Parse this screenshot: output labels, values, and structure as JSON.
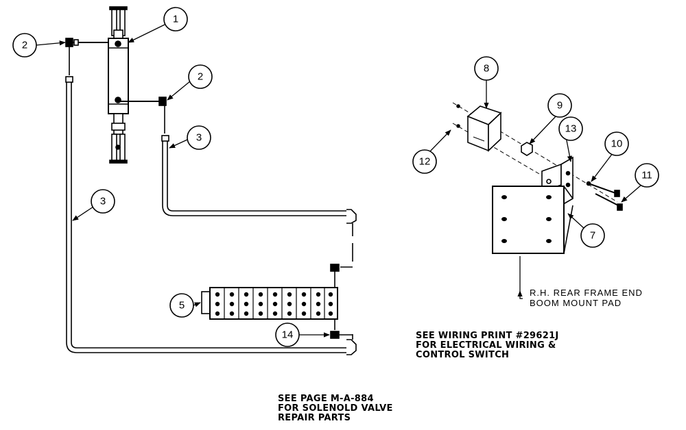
{
  "callouts": {
    "c1": "1",
    "c2a": "2",
    "c2b": "2",
    "c3a": "3",
    "c3b": "3",
    "c5": "5",
    "c7": "7",
    "c8": "8",
    "c9": "9",
    "c10": "10",
    "c11": "11",
    "c12": "12",
    "c13": "13",
    "c14": "14"
  },
  "labels": {
    "frame_line1": "R.H. REAR FRAME END",
    "frame_line2": "BOOM MOUNT PAD"
  },
  "notes": {
    "wiring_line1": "SEE WIRING PRINT #29621J",
    "wiring_line2": "FOR ELECTRICAL WIRING &",
    "wiring_line3": "CONTROL SWITCH",
    "valve_line1": "SEE PAGE M-A-884",
    "valve_line2": "FOR SOLENOLD VALVE",
    "valve_line3": "REPAIR PARTS"
  }
}
